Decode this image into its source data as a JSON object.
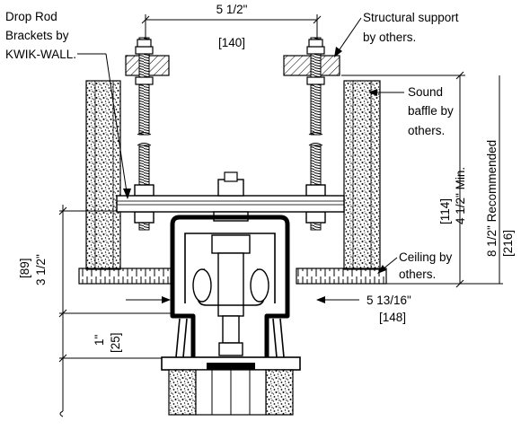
{
  "labels": {
    "drop_rod_line1": "Drop Rod",
    "drop_rod_line2": "Brackets by",
    "drop_rod_line3": "KWIK-WALL.",
    "structural_line1": "Structural support",
    "structural_line2": "by others.",
    "sound_line1": "Sound",
    "sound_line2": "baffle by",
    "sound_line3": "others.",
    "ceiling_line1": "Ceiling by",
    "ceiling_line2": "others."
  },
  "dimensions": {
    "top_width_imperial": "5 1/2\"",
    "top_width_metric": "[140]",
    "height_min_imperial": "4 1/2\" Min.",
    "height_min_metric": "[114]",
    "height_rec_imperial": "8 1/2\" Recommended",
    "height_rec_metric": "[216]",
    "left_height_imperial": "3 1/2\"",
    "left_height_metric": "[89]",
    "bottom_gap_imperial": "1\"",
    "bottom_gap_metric": "[25]",
    "bottom_width_imperial": "5 13/16\"",
    "bottom_width_metric": "[148]"
  }
}
